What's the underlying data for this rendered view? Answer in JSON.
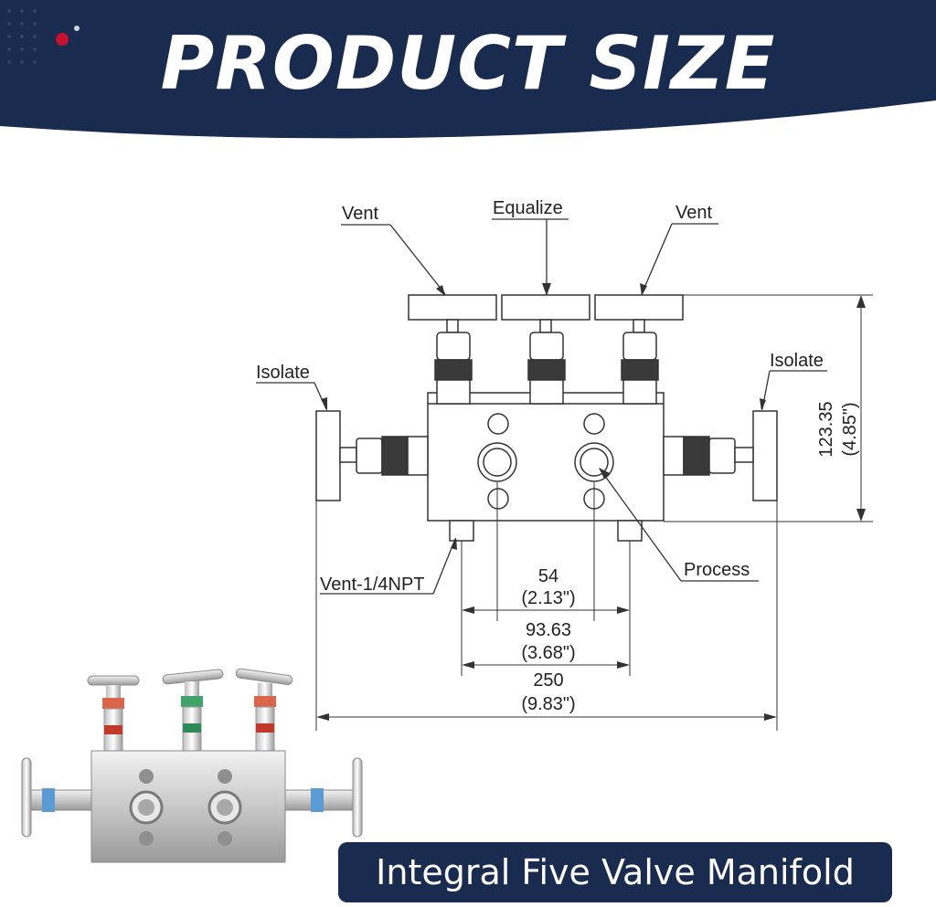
{
  "header": {
    "title": "PRODUCT SIZE"
  },
  "colors": {
    "navy": "#1a2b50",
    "accent": "#c8102e",
    "line": "#333333"
  },
  "labels": {
    "vent_left": "Vent",
    "equalize": "Equalize",
    "vent_right": "Vent",
    "isolate_left": "Isolate",
    "isolate_right": "Isolate",
    "vent_npt": "Vent-1/4NPT",
    "process": "Process"
  },
  "dimensions": {
    "height_mm": "123.35",
    "height_in": "(4.85\")",
    "d1_mm": "54",
    "d1_in": "(2.13\")",
    "d2_mm": "93.63",
    "d2_in": "(3.68\")",
    "d3_mm": "250",
    "d3_in": "(9.83\")"
  },
  "caption": "Integral Five Valve Manifold"
}
